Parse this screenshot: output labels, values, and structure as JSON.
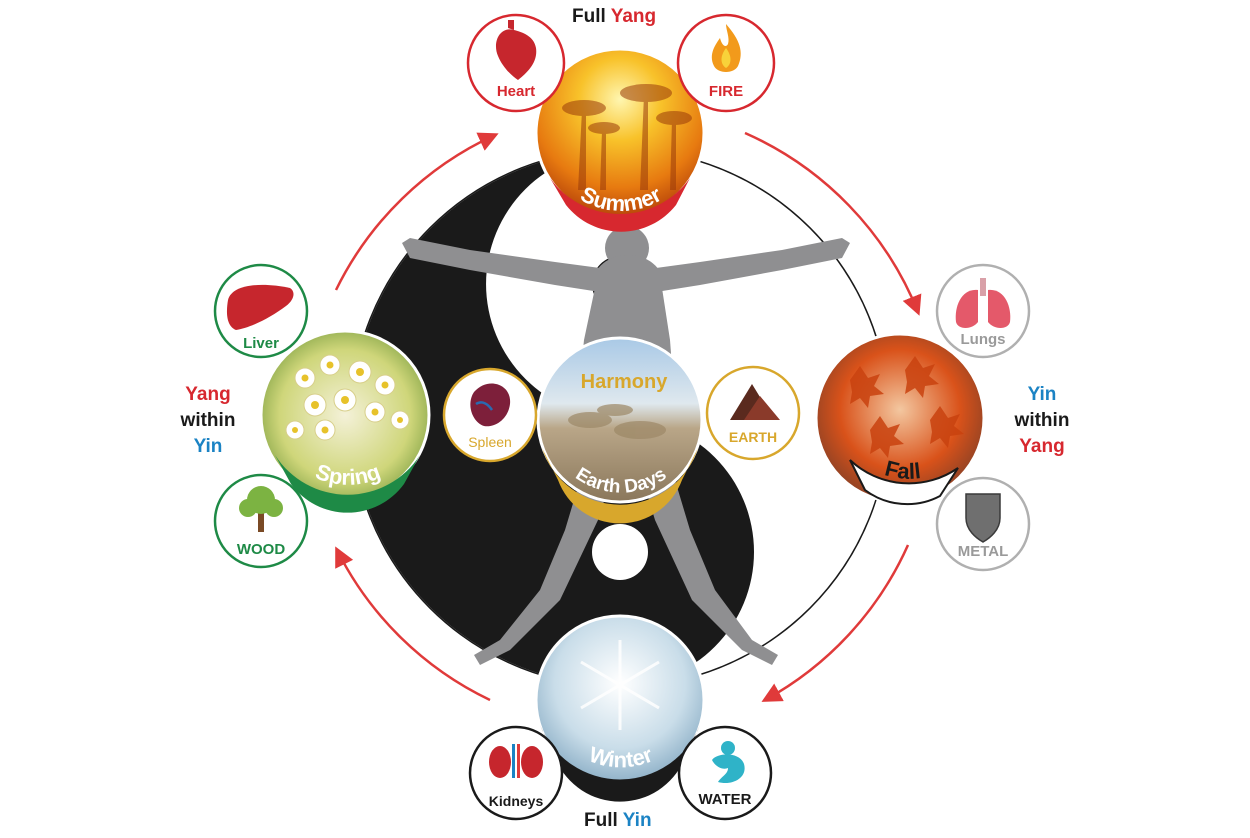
{
  "title_top": {
    "prefix": "Full",
    "highlight": "Yang"
  },
  "title_bottom": {
    "prefix": "Full",
    "highlight": "Yin"
  },
  "left_label": {
    "line1": "Yang",
    "line2": "within",
    "line3": "Yin"
  },
  "right_label": {
    "line1": "Yin",
    "line2": "within",
    "line3": "Yang"
  },
  "seasons": {
    "summer": "Summer",
    "spring": "Spring",
    "fall": "Fall",
    "winter": "Winter",
    "center": "Earth Days",
    "center_title": "Harmony"
  },
  "badges": {
    "heart": "Heart",
    "fire": "FIRE",
    "liver": "Liver",
    "wood": "WOOD",
    "lungs": "Lungs",
    "metal": "METAL",
    "kidneys": "Kidneys",
    "water": "WATER",
    "spleen": "Spleen",
    "earth": "EARTH"
  },
  "colors": {
    "yang_red": "#d7282f",
    "yin_blue": "#1b83c4",
    "summer_red": "#d7282f",
    "spring_green": "#1e8a46",
    "fall_grey": "#9a9a9a",
    "winter_black": "#1a1a1a",
    "earth_gold": "#d8a72c",
    "arrow_red": "#e03a3a"
  },
  "icons": [
    "heart-icon",
    "flame-icon",
    "liver-icon",
    "tree-icon",
    "lungs-icon",
    "shield-icon",
    "kidneys-icon",
    "water-figure-icon",
    "spleen-icon",
    "mountain-icon",
    "human-figure-icon"
  ]
}
